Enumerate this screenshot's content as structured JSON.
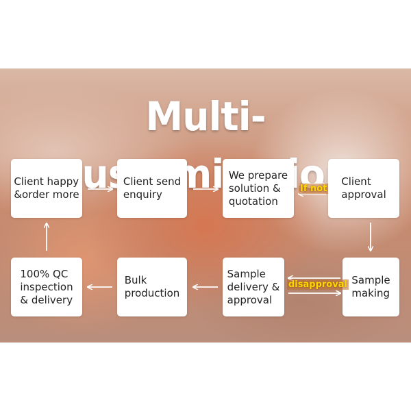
{
  "title": "Multi-customization",
  "steps": {
    "client_happy": "Client happy\n&order more",
    "client_send_enquiry": "Client send\nenquiry",
    "we_prepare": "We prepare\nsolution &\nquotation",
    "client_approval": "Client\napproval",
    "qc_inspection": "100% QC\ninspection\n& delivery",
    "bulk_production": "Bulk\nproduction",
    "sample_delivery": "Sample\ndelivery &\napproval",
    "sample_making": "Sample\nmaking"
  },
  "labels": {
    "if_not": "If not",
    "disapproval": "disapproval"
  },
  "colors": {
    "box_bg": "#ffffff",
    "arrow": "#ffffff",
    "label_text": "#ffd700",
    "title_text": "#ffffff"
  }
}
